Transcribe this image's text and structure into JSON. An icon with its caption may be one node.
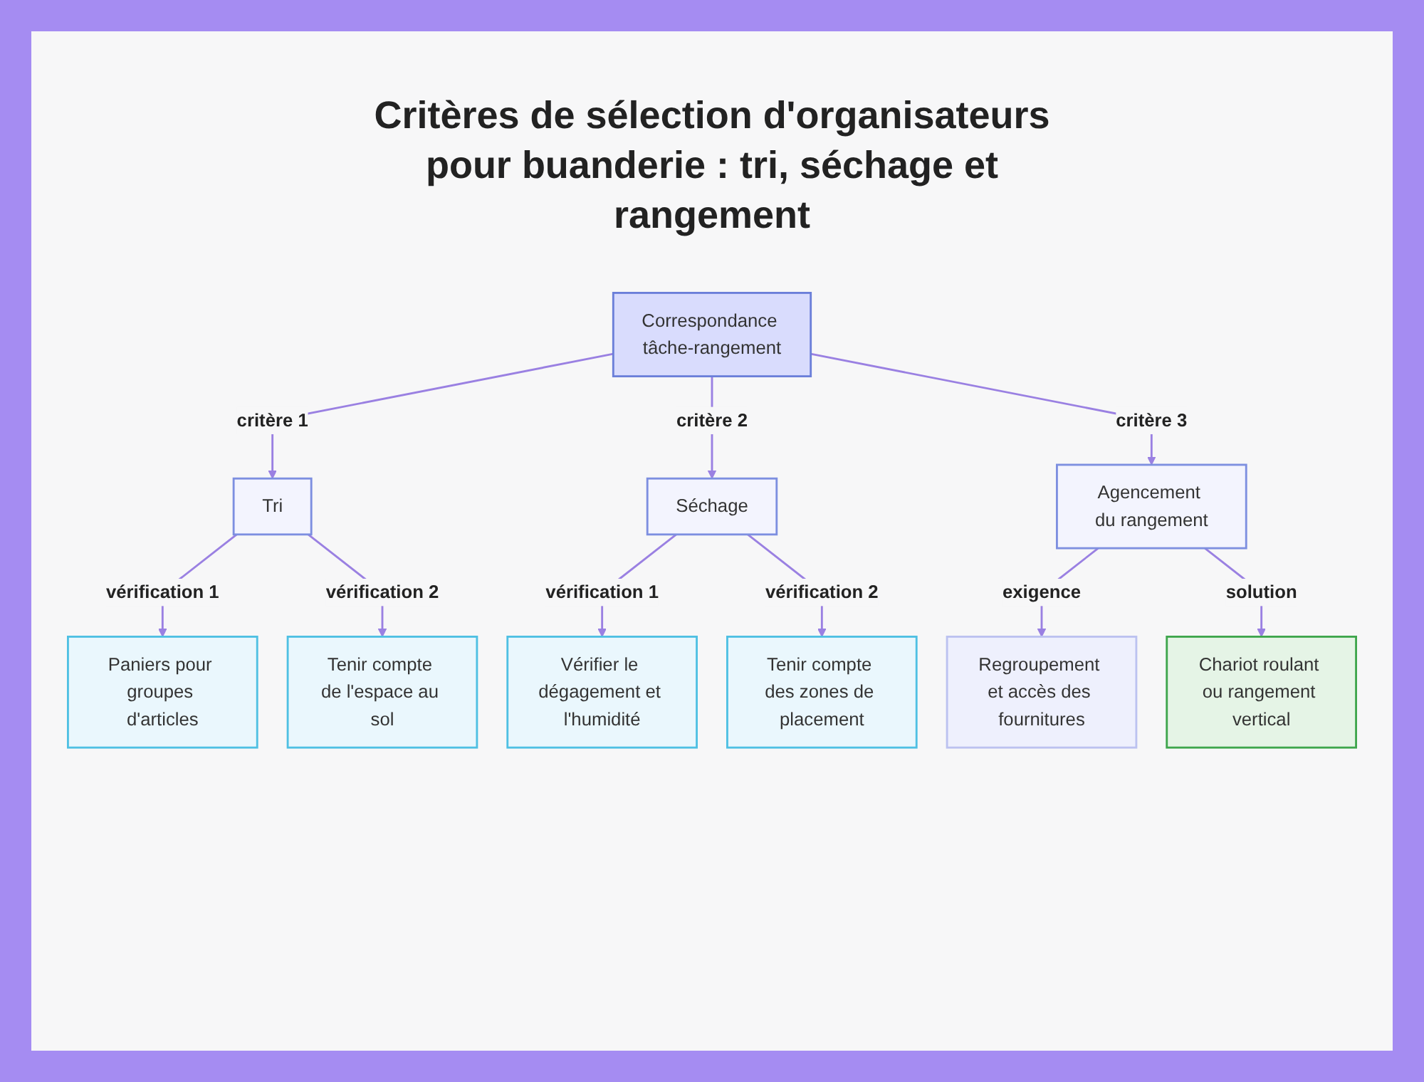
{
  "diagram": {
    "title": "Critères de sélection d'organisateurs pour buanderie : tri, séchage et rangement",
    "nodes": [
      {
        "text": [
          "Correspondance tâche-rangement"
        ]
      },
      {
        "text": [
          "Tri"
        ]
      },
      {
        "text": [
          "Séchage"
        ]
      },
      {
        "text": [
          "Agencement du rangement"
        ]
      },
      {
        "text": [
          "Paniers pour groupes d'articles"
        ]
      },
      {
        "text": [
          "Tenir compte de l'espace au sol"
        ]
      },
      {
        "text": [
          "Vérifier le dégagement et l'humidité"
        ]
      },
      {
        "text": [
          "Tenir compte des zones de placement"
        ]
      },
      {
        "text": [
          "Regroupement et accès des fournitures"
        ]
      },
      {
        "text": [
          "Chariot roulant ou rangement vertical"
        ]
      }
    ],
    "edges": [
      {
        "from": 0,
        "to": 1,
        "arrow": "to",
        "label": "critère 1"
      },
      {
        "from": 0,
        "to": 2,
        "arrow": "to",
        "label": "critère 2"
      },
      {
        "from": 0,
        "to": 3,
        "arrow": "to",
        "label": "critère 3"
      },
      {
        "from": 1,
        "to": 4,
        "arrow": "to",
        "label": "vérification 1"
      },
      {
        "from": 1,
        "to": 5,
        "arrow": "to",
        "label": "vérification 2"
      },
      {
        "from": 2,
        "to": 6,
        "arrow": "to",
        "label": "vérification 1"
      },
      {
        "from": 2,
        "to": 7,
        "arrow": "to",
        "label": "vérification 2"
      },
      {
        "from": 3,
        "to": 8,
        "arrow": "to",
        "label": "exigence"
      },
      {
        "from": 3,
        "to": 9,
        "arrow": "to",
        "label": "solution"
      }
    ]
  }
}
